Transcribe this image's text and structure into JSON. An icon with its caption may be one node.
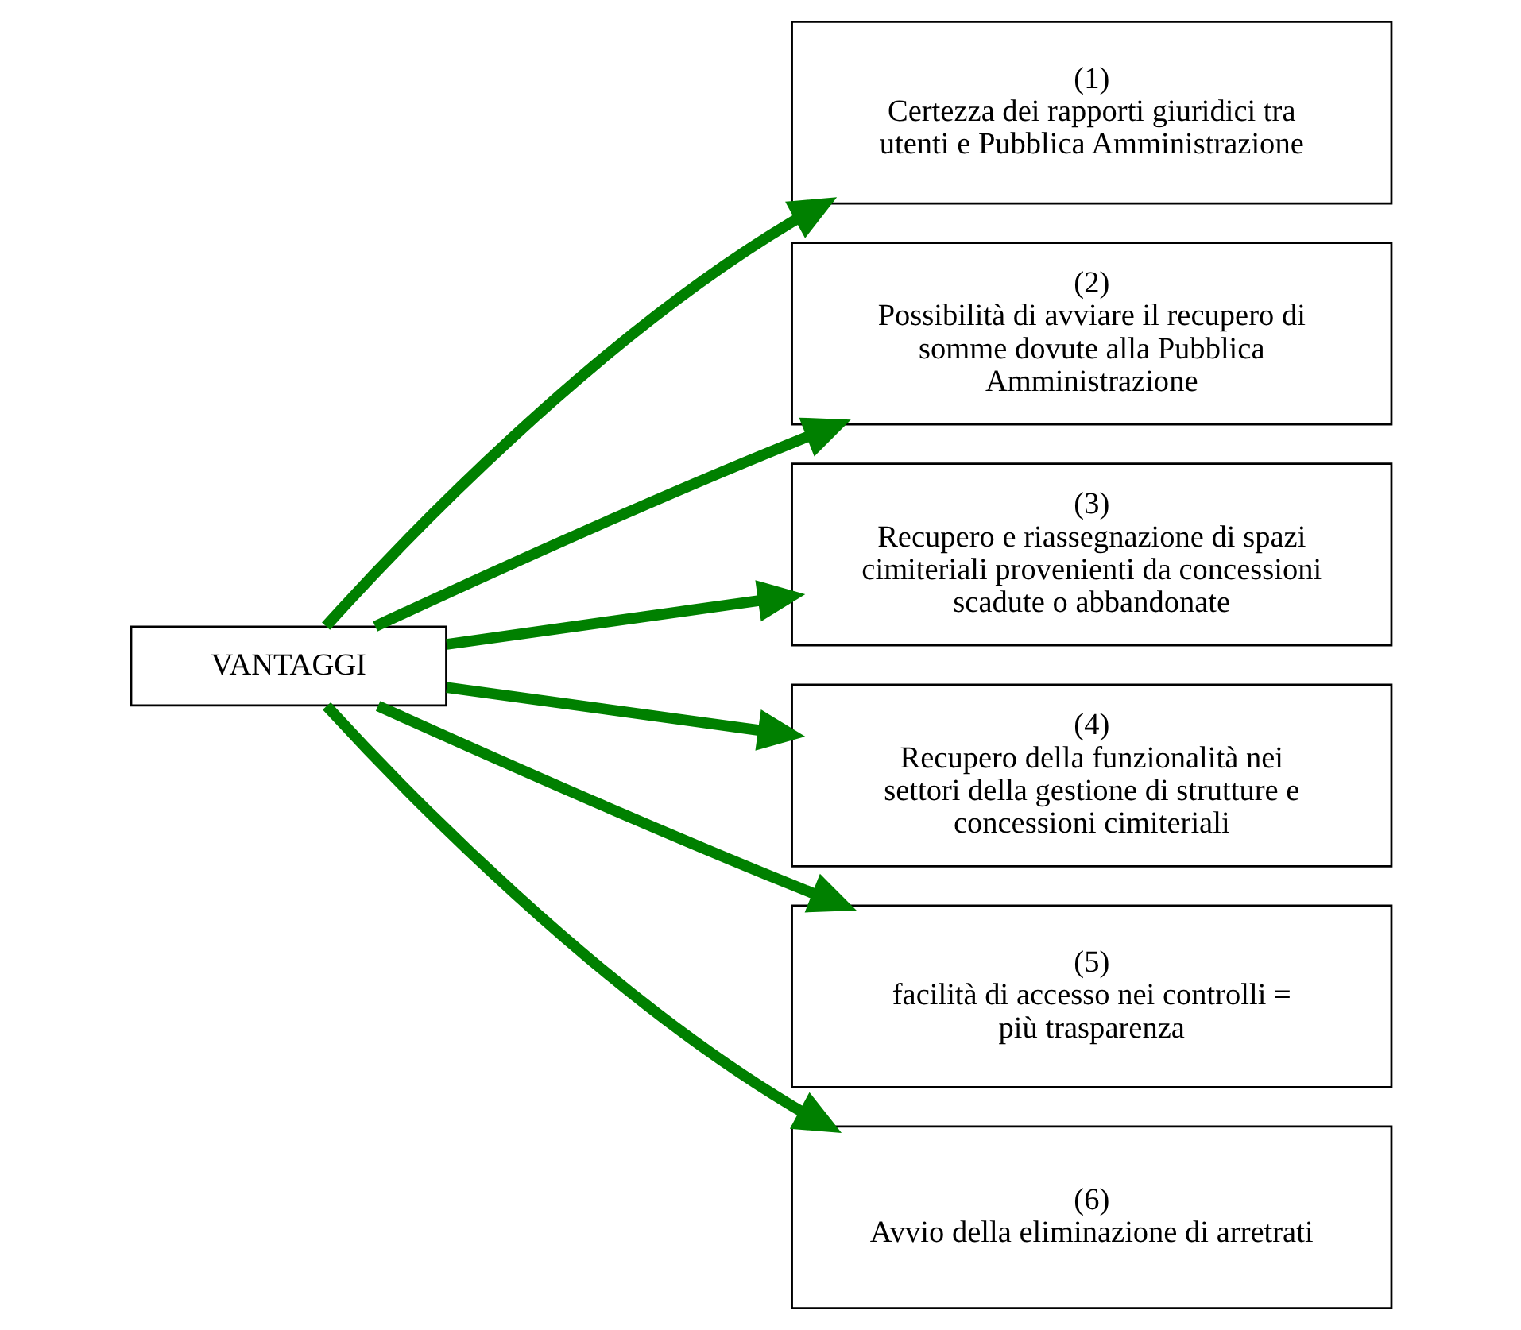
{
  "diagram": {
    "nodes": [
      {
        "text": [
          "VANTAGGI"
        ]
      },
      {
        "text": [
          "(1)",
          "Certezza dei rapporti giuridici tra utenti e Pubblica Amministrazione"
        ]
      },
      {
        "text": [
          "(2)",
          "Possibilità di avviare il recupero di somme dovute alla Pubblica Amministrazione"
        ]
      },
      {
        "text": [
          "(3)",
          "Recupero e riassegnazione di spazi cimiteriali provenienti da concessioni scadute o abbandonate"
        ]
      },
      {
        "text": [
          "(4)",
          "Recupero della funzionalità nei settori della gestione di strutture e concessioni cimiteriali"
        ]
      },
      {
        "text": [
          "(5)",
          "facilità di accesso nei controlli = più trasparenza"
        ]
      },
      {
        "text": [
          "(6)",
          "Avvio della eliminazione di arretrati"
        ]
      }
    ],
    "edges": [
      {
        "from": 0,
        "to": 1,
        "arrow": "to"
      },
      {
        "from": 0,
        "to": 2,
        "arrow": "to"
      },
      {
        "from": 0,
        "to": 3,
        "arrow": "to"
      },
      {
        "from": 0,
        "to": 4,
        "arrow": "to"
      },
      {
        "from": 0,
        "to": 5,
        "arrow": "to"
      },
      {
        "from": 0,
        "to": 6,
        "arrow": "to"
      }
    ]
  }
}
